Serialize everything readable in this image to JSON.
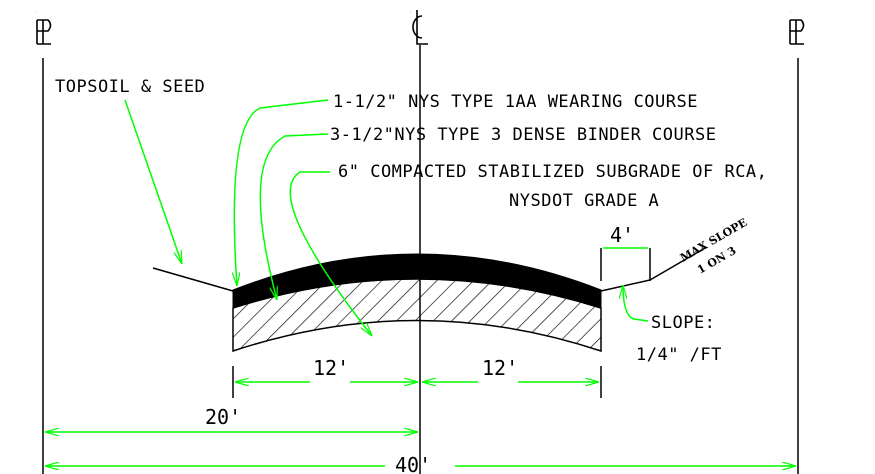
{
  "symbols": {
    "property_line_left": "PL",
    "centerline": "CL",
    "property_line_right": "PL"
  },
  "labels": {
    "topsoil": "TOPSOIL & SEED",
    "wearing_course": "1-1/2\" NYS TYPE 1AA WEARING COURSE",
    "binder_course": "3-1/2\"NYS TYPE 3 DENSE BINDER COURSE",
    "subgrade_line1": "6\" COMPACTED STABILIZED SUBGRADE OF RCA,",
    "subgrade_line2": "NYSDOT GRADE A",
    "max_slope_line1": "MAX SLOPE",
    "max_slope_line2": "1 ON 3",
    "slope_line1": "SLOPE:",
    "slope_line2": "1/4\" /FT"
  },
  "dimensions": {
    "shoulder_width": "4'",
    "half_road_left": "12'",
    "half_road_right": "12'",
    "pl_to_centerline": "20'",
    "total_width": "40'"
  },
  "colors": {
    "linework": "#000000",
    "leaders": "#00ff00",
    "background": "#ffffff"
  }
}
